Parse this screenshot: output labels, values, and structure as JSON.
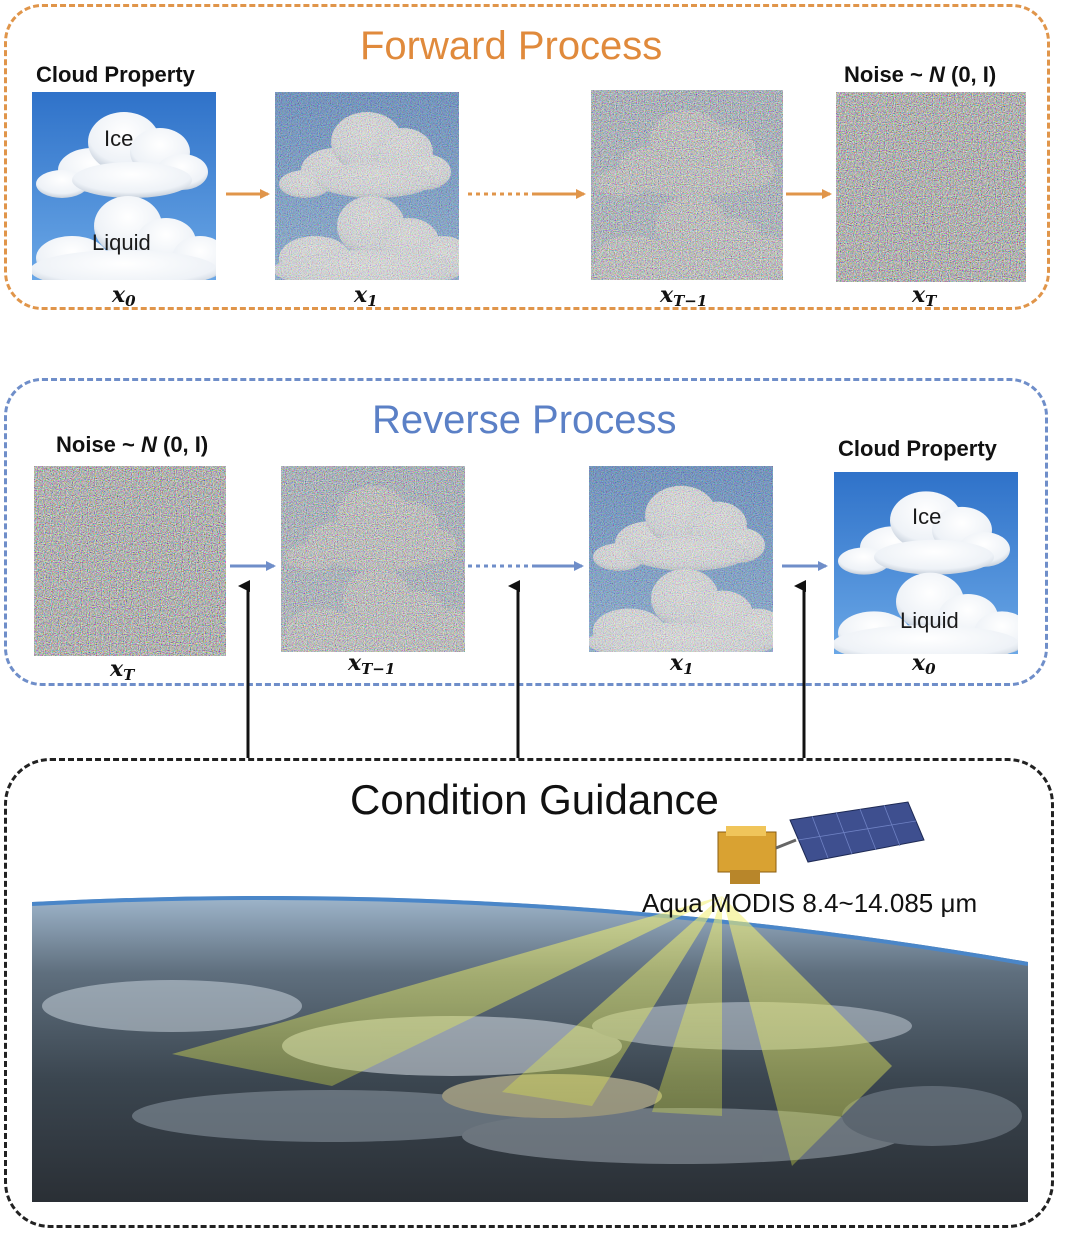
{
  "forward": {
    "title": "Forward Process",
    "caption_left": "Cloud Property",
    "caption_right_prefix": "Noise ~ ",
    "caption_right_italic": "N",
    "caption_right_suffix": " (0, I)",
    "steps": [
      {
        "label_base": "x",
        "label_sub": "0"
      },
      {
        "label_base": "x",
        "label_sub": "1"
      },
      {
        "label_base": "x",
        "label_sub": "T−1"
      },
      {
        "label_base": "x",
        "label_sub": "T"
      }
    ],
    "cloud_top_label": "Ice",
    "cloud_bottom_label": "Liquid"
  },
  "reverse": {
    "title": "Reverse Process",
    "caption_left_prefix": "Noise ~ ",
    "caption_left_italic": "N",
    "caption_left_suffix": " (0, I)",
    "caption_right": "Cloud Property",
    "steps": [
      {
        "label_base": "x",
        "label_sub": "T"
      },
      {
        "label_base": "x",
        "label_sub": "T−1"
      },
      {
        "label_base": "x",
        "label_sub": "1"
      },
      {
        "label_base": "x",
        "label_sub": "0"
      }
    ],
    "cloud_top_label": "Ice",
    "cloud_bottom_label": "Liquid"
  },
  "condition": {
    "title": "Condition Guidance",
    "instrument_label": "Aqua MODIS 8.4~14.085 μm"
  },
  "colors": {
    "forward": "#e0954a",
    "reverse": "#6f8ec9",
    "condition": "#222222",
    "sky": "#3b7fd0"
  }
}
